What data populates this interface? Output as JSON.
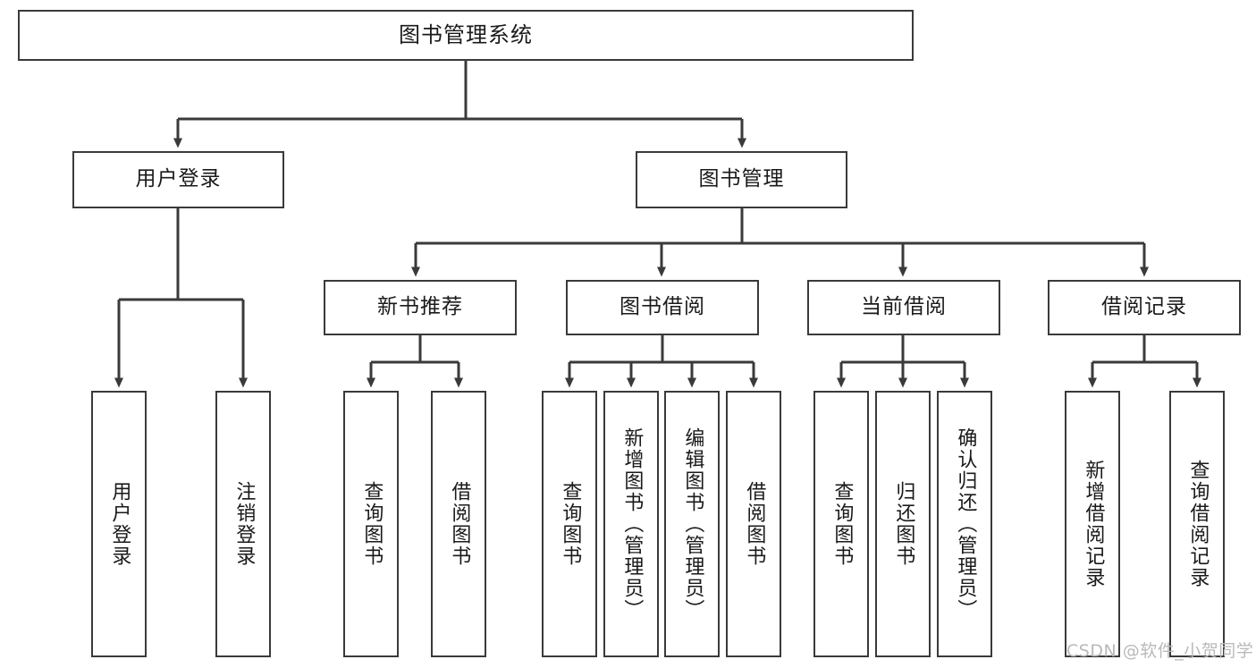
{
  "diagram": {
    "title": "图书管理系统",
    "type": "tree-hierarchy-diagram",
    "watermark": "CSDN @软件_小贺同学",
    "colors": {
      "stroke": "#3a3a3a",
      "fill": "#ffffff",
      "text": "#1a1a1a",
      "watermark": "#b9b9b9"
    },
    "root": {
      "label": "图书管理系统"
    },
    "level1": [
      {
        "id": "user-login",
        "label": "用户登录"
      },
      {
        "id": "book-management",
        "label": "图书管理"
      }
    ],
    "level2": [
      {
        "id": "new-book-recommend",
        "label": "新书推荐"
      },
      {
        "id": "book-borrow",
        "label": "图书借阅"
      },
      {
        "id": "current-borrow",
        "label": "当前借阅"
      },
      {
        "id": "borrow-record",
        "label": "借阅记录"
      }
    ],
    "leaves": {
      "user_login": [
        {
          "id": "leaf-user-login",
          "label": "用户登录"
        },
        {
          "id": "leaf-logout-login",
          "label": "注销登录"
        }
      ],
      "new_book_recommend": [
        {
          "id": "leaf-query-book-1",
          "label": "查询图书"
        },
        {
          "id": "leaf-borrow-book-1",
          "label": "借阅图书"
        }
      ],
      "book_borrow": [
        {
          "id": "leaf-query-book-2",
          "label": "查询图书"
        },
        {
          "id": "leaf-add-book",
          "label": "新增图书（管理员）"
        },
        {
          "id": "leaf-edit-book",
          "label": "编辑图书（管理员）"
        },
        {
          "id": "leaf-borrow-book-2",
          "label": "借阅图书"
        }
      ],
      "current_borrow": [
        {
          "id": "leaf-query-book-3",
          "label": "查询图书"
        },
        {
          "id": "leaf-return-book",
          "label": "归还图书"
        },
        {
          "id": "leaf-confirm-return",
          "label": "确认归还（管理员）"
        }
      ],
      "borrow_record": [
        {
          "id": "leaf-add-record",
          "label": "新增借阅记录"
        },
        {
          "id": "leaf-query-record",
          "label": "查询借阅记录"
        }
      ]
    }
  }
}
